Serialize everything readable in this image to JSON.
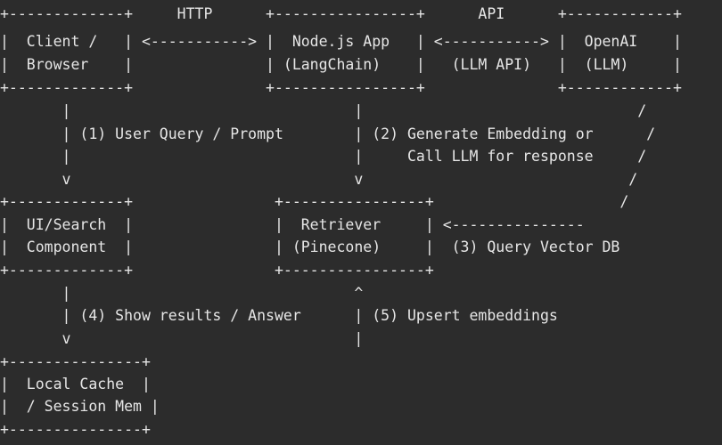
{
  "diagram": {
    "lines": [
      "+-------------+     HTTP      +----------------+      API      +------------+",
      "|  Client /   | <-----------> |  Node.js App   | <-----------> |  OpenAI    |",
      "|  Browser    |               | (LangChain)    |   (LLM API)   |  (LLM)     |",
      "+-------------+               +----------------+               +------------+",
      "       |                                |                               /",
      "       | (1) User Query / Prompt        | (2) Generate Embedding or      /",
      "       |                                |     Call LLM for response     /",
      "       v                                v                              /",
      "+-------------+                +----------------+                     /",
      "|  UI/Search  |                |  Retriever     | <---------------",
      "|  Component  |                | (Pinecone)     |  (3) Query Vector DB",
      "+-------------+                +----------------+",
      "       |                                ^",
      "       | (4) Show results / Answer      | (5) Upsert embeddings",
      "       v                                |",
      "+---------------+",
      "|  Local Cache  |",
      "|  / Session Mem |",
      "+---------------+"
    ]
  }
}
